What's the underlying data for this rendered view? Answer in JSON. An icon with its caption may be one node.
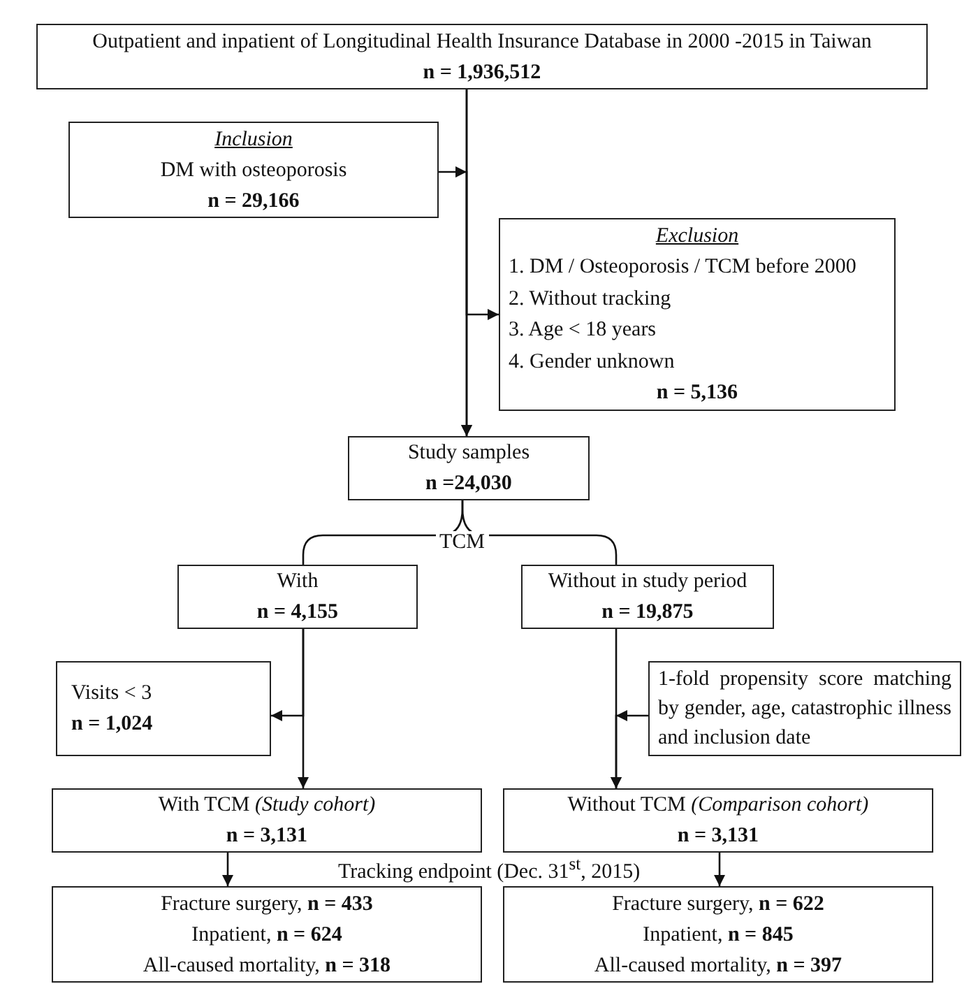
{
  "diagram": {
    "nodes": [
      {
        "text": [
          "Outpatient and inpatient of Longitudinal Health Insurance Database in 2000 -2015 in Taiwan",
          "n = 1,936,512"
        ]
      },
      {
        "text": [
          "Inclusion",
          "DM with osteoporosis",
          "n = 29,166"
        ]
      },
      {
        "text": [
          "Exclusion",
          "1. DM / Osteoporosis / TCM before 2000",
          "2. Without tracking",
          "3. Age < 18 years",
          "4. Gender unknown",
          "n = 5,136"
        ]
      },
      {
        "text": [
          "Study samples",
          "n =24,030"
        ]
      },
      {
        "text": [
          "With",
          "n = 4,155"
        ]
      },
      {
        "text": [
          "Without in study period",
          "n = 19,875"
        ]
      },
      {
        "text": [
          "Visits < 3",
          "n = 1,024"
        ]
      },
      {
        "text": [
          "1-fold propensity score matching by gender, age, catastrophic illness and inclusion date"
        ]
      },
      {
        "text": [
          "With TCM *(Study cohort)*",
          "n = 3,131"
        ]
      },
      {
        "text": [
          "Without TCM *(Comparison cohort)*",
          "n = 3,131"
        ]
      },
      {
        "text": [
          "Fracture surgery, **n = 433**",
          "Inpatient, **n = 624**",
          "All-caused mortality, **n = 318**"
        ]
      },
      {
        "text": [
          "Fracture surgery, **n = 622**",
          "Inpatient, **n = 845**",
          "All-caused mortality, **n = 397**"
        ]
      }
    ],
    "edges": [
      {
        "from": 0,
        "to": 3,
        "arrow": "to"
      },
      {
        "from": 1,
        "to": 3,
        "arrow": "to"
      },
      {
        "from": 0,
        "to": 2,
        "arrow": "to"
      },
      {
        "from": 3,
        "to": 4,
        "arrow": "none"
      },
      {
        "from": 3,
        "to": 5,
        "arrow": "none"
      },
      {
        "from": 4,
        "to": 8,
        "arrow": "to"
      },
      {
        "from": 4,
        "to": 6,
        "arrow": "to"
      },
      {
        "from": 5,
        "to": 9,
        "arrow": "to"
      },
      {
        "from": 7,
        "to": 9,
        "arrow": "to"
      },
      {
        "from": 8,
        "to": 10,
        "arrow": "to"
      },
      {
        "from": 9,
        "to": 11,
        "arrow": "to"
      }
    ],
    "labels": [
      "TCM",
      "Tracking endpoint (Dec. 31$^{st}$, 2015)"
    ]
  }
}
